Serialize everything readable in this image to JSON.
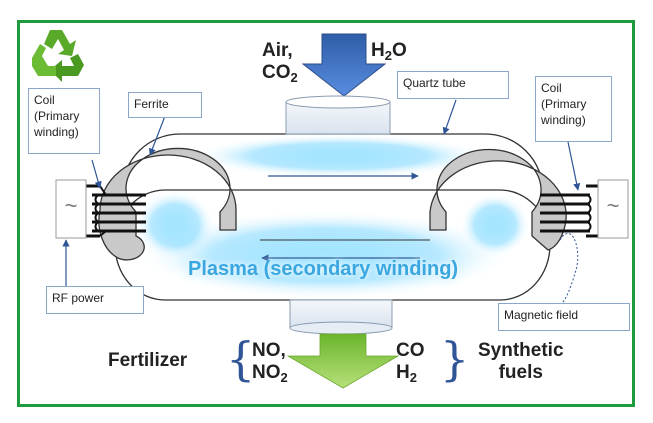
{
  "inputs": {
    "line1": "Air,",
    "line2_base": "CO",
    "line2_sub": "2",
    "water_base": "H",
    "water_sub": "2",
    "water_rest": "O"
  },
  "labels": {
    "quartz_tube": "Quartz tube",
    "ferrite": "Ferrite",
    "coil_left": [
      "Coil",
      "(Primary",
      "winding)"
    ],
    "coil_right": [
      "Coil",
      "(Primary",
      "winding)"
    ],
    "rf_power": "RF power",
    "magnetic_field": "Magnetic field",
    "plasma": "Plasma (secondary winding)",
    "ac_symbol": "~"
  },
  "outputs": {
    "fertilizer": "Fertilizer",
    "no_line1": "NO,",
    "no_line2_base": "NO",
    "no_line2_sub": "2",
    "co_line1": "CO",
    "co_line2_base": "H",
    "co_line2_sub": "2",
    "synthetic": "Synthetic",
    "fuels": "fuels"
  },
  "colors": {
    "frame": "#1e9b3c",
    "input_arrow": "#4472c4",
    "output_arrow": "#8cc63f",
    "ferrite": "#c9c9c9",
    "plasma_glow": "#6fd3ff",
    "recycle": "#5aaa2a"
  },
  "icons": [
    "recycle-icon",
    "ac-source-icon"
  ]
}
